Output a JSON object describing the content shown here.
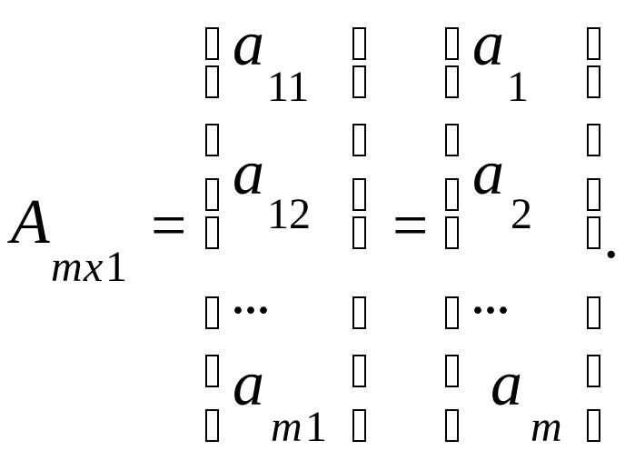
{
  "equation": {
    "lhs": {
      "symbol": "A",
      "subscript_m": "m",
      "subscript_x": "x",
      "subscript_1": "1"
    },
    "equals": "=",
    "matrix1": {
      "rows": [
        {
          "base": "a",
          "sub": "11"
        },
        {
          "base": "a",
          "sub": "12"
        },
        {
          "ellipsis": "···"
        },
        {
          "base": "a",
          "sub_var": "m",
          "sub_num": "1"
        }
      ]
    },
    "matrix2": {
      "rows": [
        {
          "base": "a",
          "sub": "1"
        },
        {
          "base": "a",
          "sub": "2"
        },
        {
          "ellipsis": "···"
        },
        {
          "base": "a",
          "sub_var": "m"
        }
      ]
    },
    "period": "."
  }
}
